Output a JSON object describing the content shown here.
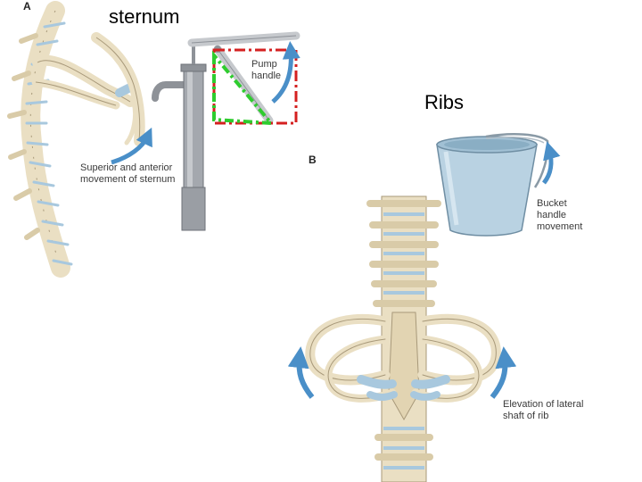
{
  "panel_a": {
    "letter": "A",
    "title": "sternum",
    "pump_label": [
      "Pump",
      "handle"
    ],
    "sternum_caption": [
      "Superior and anterior",
      "movement of sternum"
    ]
  },
  "panel_b": {
    "letter": "B",
    "title": "Ribs",
    "bucket_label": [
      "Bucket",
      "handle",
      "movement"
    ],
    "rib_caption": [
      "Elevation of lateral",
      "shaft of rib"
    ]
  },
  "colors": {
    "bone": "#eadfc3",
    "bone_edge": "#a8997a",
    "cartilage": "#a8c8de",
    "arrow": "#4a8fc8",
    "pump": "#9a9ea4",
    "bucket": "#b9d2e2",
    "red_box": "#d42020",
    "green_triangle": "#2ecc2e"
  }
}
